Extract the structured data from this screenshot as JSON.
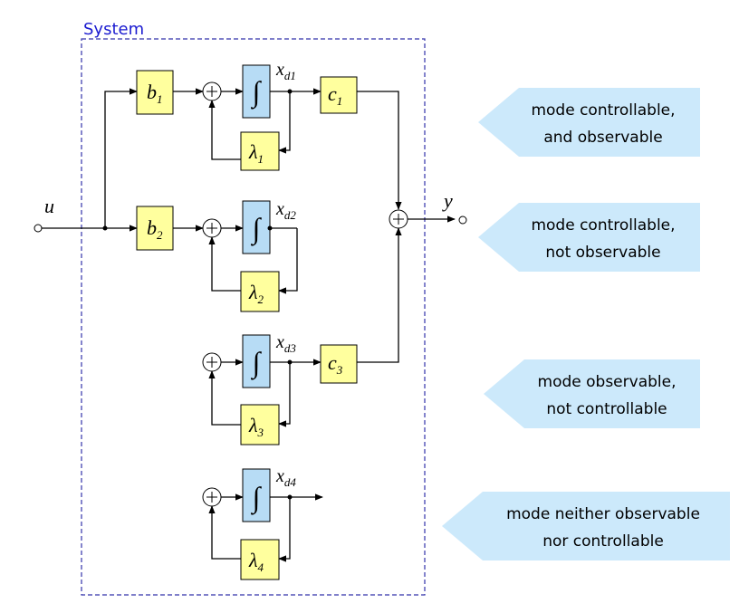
{
  "system_label": "System",
  "input_label": "u",
  "output_label": "y",
  "modes": [
    {
      "b": "b",
      "b_sub": "1",
      "c": "c",
      "c_sub": "1",
      "lambda": "λ",
      "lambda_sub": "1",
      "x": "x",
      "x_sub": "d1",
      "note_line1": "mode controllable,",
      "note_line2": "and observable"
    },
    {
      "b": "b",
      "b_sub": "2",
      "lambda": "λ",
      "lambda_sub": "2",
      "x": "x",
      "x_sub": "d2",
      "note_line1": "mode controllable,",
      "note_line2": "not observable"
    },
    {
      "c": "c",
      "c_sub": "3",
      "lambda": "λ",
      "lambda_sub": "3",
      "x": "x",
      "x_sub": "d3",
      "note_line1": "mode observable,",
      "note_line2": "not controllable"
    },
    {
      "lambda": "λ",
      "lambda_sub": "4",
      "x": "x",
      "x_sub": "d4",
      "note_line1": "mode neither observable",
      "note_line2": "nor controllable"
    }
  ],
  "integrator_symbol": "∫",
  "sum_symbol": "+",
  "colors": {
    "block_fill": "#ffff9e",
    "integrator_fill": "#b7dcf5",
    "callout_fill": "#cce9fb",
    "system_border": "#3333aa",
    "system_label": "#1b1bd0"
  }
}
